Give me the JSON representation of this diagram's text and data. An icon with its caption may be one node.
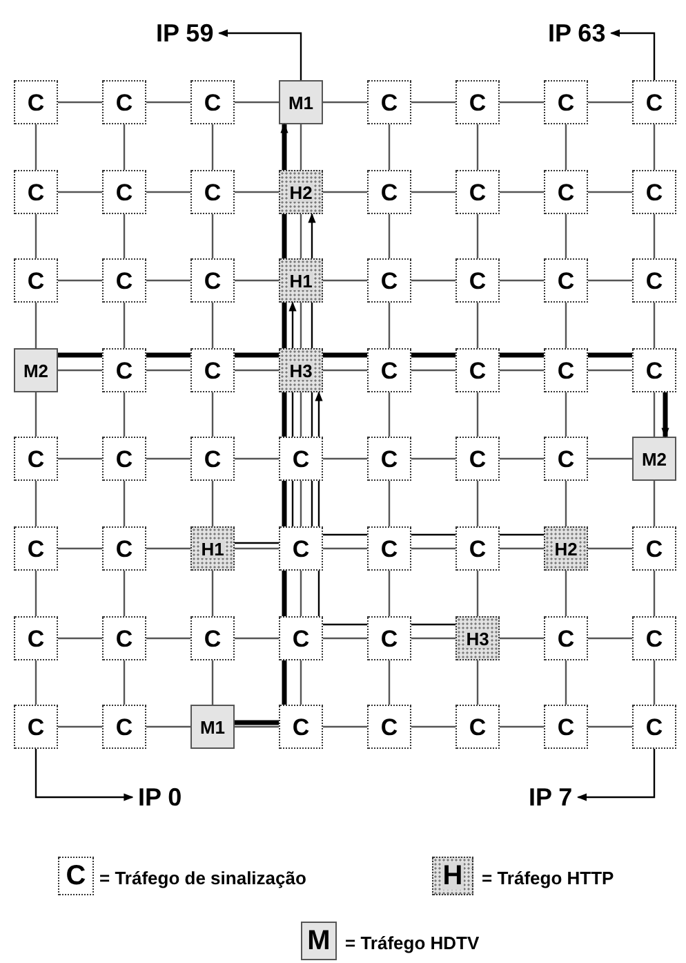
{
  "diagram": {
    "nodes": [
      {
        "text": [
          "IP 59"
        ]
      },
      {
        "text": [
          "IP 63"
        ]
      },
      {
        "text": [
          "C"
        ]
      },
      {
        "text": [
          "C"
        ]
      },
      {
        "text": [
          "C"
        ]
      },
      {
        "text": [
          "M1"
        ]
      },
      {
        "text": [
          "C"
        ]
      },
      {
        "text": [
          "C"
        ]
      },
      {
        "text": [
          "C"
        ]
      },
      {
        "text": [
          "C"
        ]
      },
      {
        "text": [
          "C"
        ]
      },
      {
        "text": [
          "C"
        ]
      },
      {
        "text": [
          "C"
        ]
      },
      {
        "text": [
          "H2"
        ]
      },
      {
        "text": [
          "C"
        ]
      },
      {
        "text": [
          "C"
        ]
      },
      {
        "text": [
          "C"
        ]
      },
      {
        "text": [
          "C"
        ]
      },
      {
        "text": [
          "C"
        ]
      },
      {
        "text": [
          "C"
        ]
      },
      {
        "text": [
          "C"
        ]
      },
      {
        "text": [
          "H1"
        ]
      },
      {
        "text": [
          "C"
        ]
      },
      {
        "text": [
          "C"
        ]
      },
      {
        "text": [
          "C"
        ]
      },
      {
        "text": [
          "C"
        ]
      },
      {
        "text": [
          "M2"
        ]
      },
      {
        "text": [
          "C"
        ]
      },
      {
        "text": [
          "C"
        ]
      },
      {
        "text": [
          "H3"
        ]
      },
      {
        "text": [
          "C"
        ]
      },
      {
        "text": [
          "C"
        ]
      },
      {
        "text": [
          "C"
        ]
      },
      {
        "text": [
          "C"
        ]
      },
      {
        "text": [
          "C"
        ]
      },
      {
        "text": [
          "C"
        ]
      },
      {
        "text": [
          "C"
        ]
      },
      {
        "text": [
          "C"
        ]
      },
      {
        "text": [
          "C"
        ]
      },
      {
        "text": [
          "C"
        ]
      },
      {
        "text": [
          "C"
        ]
      },
      {
        "text": [
          "M2"
        ]
      },
      {
        "text": [
          "C"
        ]
      },
      {
        "text": [
          "C"
        ]
      },
      {
        "text": [
          "H1"
        ]
      },
      {
        "text": [
          "C"
        ]
      },
      {
        "text": [
          "C"
        ]
      },
      {
        "text": [
          "C"
        ]
      },
      {
        "text": [
          "H2"
        ]
      },
      {
        "text": [
          "C"
        ]
      },
      {
        "text": [
          "C"
        ]
      },
      {
        "text": [
          "C"
        ]
      },
      {
        "text": [
          "C"
        ]
      },
      {
        "text": [
          "C"
        ]
      },
      {
        "text": [
          "C"
        ]
      },
      {
        "text": [
          "H3"
        ]
      },
      {
        "text": [
          "C"
        ]
      },
      {
        "text": [
          "C"
        ]
      },
      {
        "text": [
          "C"
        ]
      },
      {
        "text": [
          "C"
        ]
      },
      {
        "text": [
          "M1"
        ]
      },
      {
        "text": [
          "C"
        ]
      },
      {
        "text": [
          "C"
        ]
      },
      {
        "text": [
          "C"
        ]
      },
      {
        "text": [
          "C"
        ]
      },
      {
        "text": [
          "C"
        ]
      },
      {
        "text": [
          "IP 0"
        ]
      },
      {
        "text": [
          "IP 7"
        ]
      },
      {
        "text": [
          "C"
        ],
        "beside": [
          "= Tráfego de sinalização"
        ]
      },
      {
        "text": [
          "H"
        ],
        "beside": [
          "= Tráfego HTTP"
        ]
      },
      {
        "text": [
          "M"
        ],
        "beside": [
          "= Tráfego HDTV"
        ]
      }
    ],
    "edges": [
      {
        "from": 5,
        "to": 0,
        "arrow": "to",
        "color": "#000000"
      },
      {
        "from": 9,
        "to": 1,
        "arrow": "to",
        "color": "#000000"
      },
      {
        "from": 58,
        "to": 66,
        "arrow": "to",
        "color": "#000000"
      },
      {
        "from": 65,
        "to": 67,
        "arrow": "to",
        "color": "#000000"
      },
      {
        "from": 60,
        "to": 61,
        "arrow": "none",
        "style": "thick",
        "color": "#000000"
      },
      {
        "from": 61,
        "to": 53,
        "arrow": "none",
        "style": "thick",
        "color": "#000000"
      },
      {
        "from": 53,
        "to": 45,
        "arrow": "none",
        "style": "thick",
        "color": "#000000"
      },
      {
        "from": 45,
        "to": 37,
        "arrow": "none",
        "style": "thick",
        "color": "#000000"
      },
      {
        "from": 37,
        "to": 29,
        "arrow": "none",
        "style": "thick",
        "color": "#000000"
      },
      {
        "from": 29,
        "to": 21,
        "arrow": "none",
        "style": "thick",
        "color": "#000000"
      },
      {
        "from": 21,
        "to": 13,
        "arrow": "none",
        "style": "thick",
        "color": "#000000"
      },
      {
        "from": 13,
        "to": 5,
        "arrow": "to",
        "style": "thick",
        "color": "#000000"
      },
      {
        "from": 26,
        "to": 27,
        "arrow": "none",
        "style": "thick",
        "color": "#000000"
      },
      {
        "from": 27,
        "to": 28,
        "arrow": "none",
        "style": "thick",
        "color": "#000000"
      },
      {
        "from": 28,
        "to": 29,
        "arrow": "none",
        "style": "thick",
        "color": "#000000"
      },
      {
        "from": 29,
        "to": 30,
        "arrow": "none",
        "style": "thick",
        "color": "#000000"
      },
      {
        "from": 30,
        "to": 31,
        "arrow": "none",
        "style": "thick",
        "color": "#000000"
      },
      {
        "from": 31,
        "to": 32,
        "arrow": "none",
        "style": "thick",
        "color": "#000000"
      },
      {
        "from": 32,
        "to": 33,
        "arrow": "none",
        "style": "thick",
        "color": "#000000"
      },
      {
        "from": 33,
        "to": 41,
        "arrow": "to",
        "style": "thick",
        "color": "#000000"
      },
      {
        "from": 44,
        "to": 45,
        "arrow": "none",
        "color": "#000000"
      },
      {
        "from": 45,
        "to": 37,
        "arrow": "none",
        "color": "#000000"
      },
      {
        "from": 37,
        "to": 29,
        "arrow": "none",
        "color": "#000000"
      },
      {
        "from": 29,
        "to": 21,
        "arrow": "to",
        "color": "#000000"
      },
      {
        "from": 48,
        "to": 47,
        "arrow": "none",
        "color": "#000000"
      },
      {
        "from": 47,
        "to": 46,
        "arrow": "none",
        "color": "#000000"
      },
      {
        "from": 46,
        "to": 45,
        "arrow": "none",
        "color": "#000000"
      },
      {
        "from": 45,
        "to": 37,
        "arrow": "none",
        "color": "#000000"
      },
      {
        "from": 37,
        "to": 29,
        "arrow": "none",
        "color": "#000000"
      },
      {
        "from": 29,
        "to": 21,
        "arrow": "none",
        "color": "#000000"
      },
      {
        "from": 21,
        "to": 13,
        "arrow": "to",
        "color": "#000000"
      },
      {
        "from": 55,
        "to": 54,
        "arrow": "none",
        "color": "#000000"
      },
      {
        "from": 54,
        "to": 53,
        "arrow": "none",
        "color": "#000000"
      },
      {
        "from": 53,
        "to": 45,
        "arrow": "none",
        "color": "#000000"
      },
      {
        "from": 45,
        "to": 37,
        "arrow": "none",
        "color": "#000000"
      },
      {
        "from": 37,
        "to": 29,
        "arrow": "to",
        "color": "#000000"
      },
      {
        "from": 2,
        "to": 3,
        "arrow": "none"
      },
      {
        "from": 3,
        "to": 4,
        "arrow": "none"
      },
      {
        "from": 4,
        "to": 5,
        "arrow": "none"
      },
      {
        "from": 5,
        "to": 6,
        "arrow": "none"
      },
      {
        "from": 6,
        "to": 7,
        "arrow": "none"
      },
      {
        "from": 7,
        "to": 8,
        "arrow": "none"
      },
      {
        "from": 8,
        "to": 9,
        "arrow": "none"
      },
      {
        "from": 10,
        "to": 11,
        "arrow": "none"
      },
      {
        "from": 11,
        "to": 12,
        "arrow": "none"
      },
      {
        "from": 12,
        "to": 13,
        "arrow": "none"
      },
      {
        "from": 13,
        "to": 14,
        "arrow": "none"
      },
      {
        "from": 14,
        "to": 15,
        "arrow": "none"
      },
      {
        "from": 15,
        "to": 16,
        "arrow": "none"
      },
      {
        "from": 16,
        "to": 17,
        "arrow": "none"
      },
      {
        "from": 18,
        "to": 19,
        "arrow": "none"
      },
      {
        "from": 19,
        "to": 20,
        "arrow": "none"
      },
      {
        "from": 20,
        "to": 21,
        "arrow": "none"
      },
      {
        "from": 21,
        "to": 22,
        "arrow": "none"
      },
      {
        "from": 22,
        "to": 23,
        "arrow": "none"
      },
      {
        "from": 23,
        "to": 24,
        "arrow": "none"
      },
      {
        "from": 24,
        "to": 25,
        "arrow": "none"
      },
      {
        "from": 26,
        "to": 27,
        "arrow": "none"
      },
      {
        "from": 27,
        "to": 28,
        "arrow": "none"
      },
      {
        "from": 28,
        "to": 29,
        "arrow": "none"
      },
      {
        "from": 29,
        "to": 30,
        "arrow": "none"
      },
      {
        "from": 30,
        "to": 31,
        "arrow": "none"
      },
      {
        "from": 31,
        "to": 32,
        "arrow": "none"
      },
      {
        "from": 32,
        "to": 33,
        "arrow": "none"
      },
      {
        "from": 34,
        "to": 35,
        "arrow": "none"
      },
      {
        "from": 35,
        "to": 36,
        "arrow": "none"
      },
      {
        "from": 36,
        "to": 37,
        "arrow": "none"
      },
      {
        "from": 37,
        "to": 38,
        "arrow": "none"
      },
      {
        "from": 38,
        "to": 39,
        "arrow": "none"
      },
      {
        "from": 39,
        "to": 40,
        "arrow": "none"
      },
      {
        "from": 40,
        "to": 41,
        "arrow": "none"
      },
      {
        "from": 42,
        "to": 43,
        "arrow": "none"
      },
      {
        "from": 43,
        "to": 44,
        "arrow": "none"
      },
      {
        "from": 44,
        "to": 45,
        "arrow": "none"
      },
      {
        "from": 45,
        "to": 46,
        "arrow": "none"
      },
      {
        "from": 46,
        "to": 47,
        "arrow": "none"
      },
      {
        "from": 47,
        "to": 48,
        "arrow": "none"
      },
      {
        "from": 48,
        "to": 49,
        "arrow": "none"
      },
      {
        "from": 50,
        "to": 51,
        "arrow": "none"
      },
      {
        "from": 51,
        "to": 52,
        "arrow": "none"
      },
      {
        "from": 52,
        "to": 53,
        "arrow": "none"
      },
      {
        "from": 53,
        "to": 54,
        "arrow": "none"
      },
      {
        "from": 54,
        "to": 55,
        "arrow": "none"
      },
      {
        "from": 55,
        "to": 56,
        "arrow": "none"
      },
      {
        "from": 56,
        "to": 57,
        "arrow": "none"
      },
      {
        "from": 58,
        "to": 59,
        "arrow": "none"
      },
      {
        "from": 59,
        "to": 60,
        "arrow": "none"
      },
      {
        "from": 60,
        "to": 61,
        "arrow": "none"
      },
      {
        "from": 61,
        "to": 62,
        "arrow": "none"
      },
      {
        "from": 62,
        "to": 63,
        "arrow": "none"
      },
      {
        "from": 63,
        "to": 64,
        "arrow": "none"
      },
      {
        "from": 64,
        "to": 65,
        "arrow": "none"
      },
      {
        "from": 2,
        "to": 10,
        "arrow": "none"
      },
      {
        "from": 3,
        "to": 11,
        "arrow": "none"
      },
      {
        "from": 4,
        "to": 12,
        "arrow": "none"
      },
      {
        "from": 5,
        "to": 13,
        "arrow": "none"
      },
      {
        "from": 6,
        "to": 14,
        "arrow": "none"
      },
      {
        "from": 7,
        "to": 15,
        "arrow": "none"
      },
      {
        "from": 8,
        "to": 16,
        "arrow": "none"
      },
      {
        "from": 9,
        "to": 17,
        "arrow": "none"
      },
      {
        "from": 10,
        "to": 18,
        "arrow": "none"
      },
      {
        "from": 11,
        "to": 19,
        "arrow": "none"
      },
      {
        "from": 12,
        "to": 20,
        "arrow": "none"
      },
      {
        "from": 13,
        "to": 21,
        "arrow": "none"
      },
      {
        "from": 14,
        "to": 22,
        "arrow": "none"
      },
      {
        "from": 15,
        "to": 23,
        "arrow": "none"
      },
      {
        "from": 16,
        "to": 24,
        "arrow": "none"
      },
      {
        "from": 17,
        "to": 25,
        "arrow": "none"
      },
      {
        "from": 18,
        "to": 26,
        "arrow": "none"
      },
      {
        "from": 19,
        "to": 27,
        "arrow": "none"
      },
      {
        "from": 20,
        "to": 28,
        "arrow": "none"
      },
      {
        "from": 21,
        "to": 29,
        "arrow": "none"
      },
      {
        "from": 22,
        "to": 30,
        "arrow": "none"
      },
      {
        "from": 23,
        "to": 31,
        "arrow": "none"
      },
      {
        "from": 24,
        "to": 32,
        "arrow": "none"
      },
      {
        "from": 25,
        "to": 33,
        "arrow": "none"
      },
      {
        "from": 26,
        "to": 34,
        "arrow": "none"
      },
      {
        "from": 27,
        "to": 35,
        "arrow": "none"
      },
      {
        "from": 28,
        "to": 36,
        "arrow": "none"
      },
      {
        "from": 29,
        "to": 37,
        "arrow": "none"
      },
      {
        "from": 30,
        "to": 38,
        "arrow": "none"
      },
      {
        "from": 31,
        "to": 39,
        "arrow": "none"
      },
      {
        "from": 32,
        "to": 40,
        "arrow": "none"
      },
      {
        "from": 33,
        "to": 41,
        "arrow": "none"
      },
      {
        "from": 34,
        "to": 42,
        "arrow": "none"
      },
      {
        "from": 35,
        "to": 43,
        "arrow": "none"
      },
      {
        "from": 36,
        "to": 44,
        "arrow": "none"
      },
      {
        "from": 37,
        "to": 45,
        "arrow": "none"
      },
      {
        "from": 38,
        "to": 46,
        "arrow": "none"
      },
      {
        "from": 39,
        "to": 47,
        "arrow": "none"
      },
      {
        "from": 40,
        "to": 48,
        "arrow": "none"
      },
      {
        "from": 41,
        "to": 49,
        "arrow": "none"
      },
      {
        "from": 42,
        "to": 50,
        "arrow": "none"
      },
      {
        "from": 43,
        "to": 51,
        "arrow": "none"
      },
      {
        "from": 44,
        "to": 52,
        "arrow": "none"
      },
      {
        "from": 45,
        "to": 53,
        "arrow": "none"
      },
      {
        "from": 46,
        "to": 54,
        "arrow": "none"
      },
      {
        "from": 47,
        "to": 55,
        "arrow": "none"
      },
      {
        "from": 48,
        "to": 56,
        "arrow": "none"
      },
      {
        "from": 49,
        "to": 57,
        "arrow": "none"
      },
      {
        "from": 50,
        "to": 58,
        "arrow": "none"
      },
      {
        "from": 51,
        "to": 59,
        "arrow": "none"
      },
      {
        "from": 52,
        "to": 60,
        "arrow": "none"
      },
      {
        "from": 53,
        "to": 61,
        "arrow": "none"
      },
      {
        "from": 54,
        "to": 62,
        "arrow": "none"
      },
      {
        "from": 55,
        "to": 63,
        "arrow": "none"
      },
      {
        "from": 56,
        "to": 64,
        "arrow": "none"
      },
      {
        "from": 57,
        "to": 65,
        "arrow": "none"
      }
    ]
  }
}
